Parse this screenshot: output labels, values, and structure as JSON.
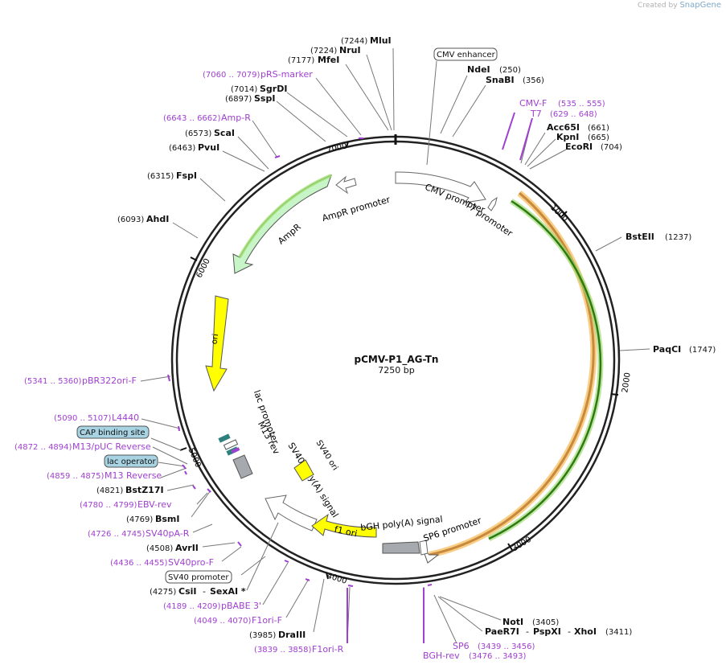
{
  "brand": {
    "created_by": "Created by",
    "name": "SnapGene"
  },
  "plasmid": {
    "name": "pCMV-P1_AG-Tn",
    "size": "7250 bp",
    "length": 7250
  },
  "colors": {
    "backbone": "#222222",
    "primer": "#a040d0",
    "enzyme": "#111111",
    "promoter_fill": "#ffffff",
    "ampr_fill": "#c8f5c8",
    "ori_fill": "#ffff00",
    "polya_fill": "#a6a9ad",
    "lac_fill": "#2f7f7f",
    "cap_fill": "#a7d3e3",
    "orange_feature": "#f6a623",
    "green_feature": "#4a9c1f"
  },
  "ticks": [
    {
      "bp": 1000,
      "label": "1000"
    },
    {
      "bp": 2000,
      "label": "2000"
    },
    {
      "bp": 3000,
      "label": "3000"
    },
    {
      "bp": 4000,
      "label": "4000"
    },
    {
      "bp": 5000,
      "label": "5000"
    },
    {
      "bp": 6000,
      "label": "6000"
    },
    {
      "bp": 7000,
      "label": "7000"
    }
  ],
  "enzymes": [
    {
      "name": "MluI",
      "pos": "(7244)",
      "bp": 7244
    },
    {
      "name": "NruI",
      "pos": "(7224)",
      "bp": 7224
    },
    {
      "name": "MfeI",
      "pos": "(7177)",
      "bp": 7177
    },
    {
      "name": "SgrDI",
      "pos": "(7014)",
      "bp": 7014
    },
    {
      "name": "SspI",
      "pos": "(6897)",
      "bp": 6897
    },
    {
      "name": "ScaI",
      "pos": "(6573)",
      "bp": 6573
    },
    {
      "name": "PvuI",
      "pos": "(6463)",
      "bp": 6463
    },
    {
      "name": "FspI",
      "pos": "(6315)",
      "bp": 6315
    },
    {
      "name": "AhdI",
      "pos": "(6093)",
      "bp": 6093
    },
    {
      "name": "NdeI",
      "pos": "(250)",
      "bp": 250
    },
    {
      "name": "SnaBI",
      "pos": "(356)",
      "bp": 356
    },
    {
      "name": "Acc65I",
      "pos": "(661)",
      "bp": 661
    },
    {
      "name": "KpnI",
      "pos": "(665)",
      "bp": 665
    },
    {
      "name": "EcoRI",
      "pos": "(704)",
      "bp": 704
    },
    {
      "name": "BstEII",
      "pos": "(1237)",
      "bp": 1237
    },
    {
      "name": "PaqCI",
      "pos": "(1747)",
      "bp": 1747
    },
    {
      "name": "NotI",
      "pos": "(3405)",
      "bp": 3405
    },
    {
      "name": "PaeR7I",
      "pos": "",
      "bp": 3411
    },
    {
      "name": "PspXI",
      "pos": "",
      "bp": 3411
    },
    {
      "name": "XhoI",
      "pos": "(3411)",
      "bp": 3411
    },
    {
      "name": "DraIII",
      "pos": "(3985)",
      "bp": 3985
    },
    {
      "name": "CsiI",
      "pos": "(4275)",
      "bp": 4275
    },
    {
      "name": "SexAI *",
      "pos": "",
      "bp": 4275
    },
    {
      "name": "AvrII",
      "pos": "(4508)",
      "bp": 4508
    },
    {
      "name": "BsmI",
      "pos": "(4769)",
      "bp": 4769
    },
    {
      "name": "BstZ17I",
      "pos": "(4821)",
      "bp": 4821
    }
  ],
  "primers": [
    {
      "name": "pRS-marker",
      "pos": "(7060 .. 7079)"
    },
    {
      "name": "Amp-R",
      "pos": "(6643 .. 6662)"
    },
    {
      "name": "CMV-F",
      "pos": "(535 .. 555)"
    },
    {
      "name": "T7",
      "pos": "(629 .. 648)"
    },
    {
      "name": "pBR322ori-F",
      "pos": "(5341 .. 5360)"
    },
    {
      "name": "L4440",
      "pos": "(5090 .. 5107)"
    },
    {
      "name": "M13/pUC Reverse",
      "pos": "(4872 .. 4894)"
    },
    {
      "name": "M13 Reverse",
      "pos": "(4859 .. 4875)"
    },
    {
      "name": "EBV-rev",
      "pos": "(4780 .. 4799)"
    },
    {
      "name": "SV40pA-R",
      "pos": "(4726 .. 4745)"
    },
    {
      "name": "SV40pro-F",
      "pos": "(4436 .. 4455)"
    },
    {
      "name": "pBABE 3'",
      "pos": "(4189 .. 4209)"
    },
    {
      "name": "F1ori-F",
      "pos": "(4049 .. 4070)"
    },
    {
      "name": "F1ori-R",
      "pos": "(3839 .. 3858)"
    },
    {
      "name": "SP6",
      "pos": "(3439 .. 3456)"
    },
    {
      "name": "BGH-rev",
      "pos": "(3476 .. 3493)"
    }
  ],
  "boxed_features": {
    "cmv_enhancer": "CMV enhancer",
    "cap_binding_site": "CAP binding site",
    "lac_operator": "lac operator",
    "sv40_promoter": "SV40 promoter"
  },
  "features": {
    "cmv_promoter": "CMV promoter",
    "t7_promoter": "T7 promoter",
    "ampr": "AmpR",
    "ampr_promoter": "AmpR promoter",
    "ori": "ori",
    "lac_promoter": "lac promoter",
    "m13_rev": "M13 rev",
    "sv40_polya": "SV40 poly(A) signal",
    "sv40_ori": "SV40 ori",
    "f1_ori": "f1 ori",
    "bgh_polya": "bGH poly(A) signal",
    "sp6_promoter": "SP6 promoter"
  }
}
